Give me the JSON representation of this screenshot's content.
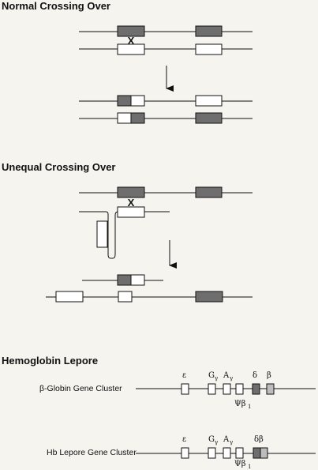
{
  "headings": {
    "normal": "Normal Crossing Over",
    "unequal": "Unequal Crossing Over",
    "lepore": "Hemoglobin Lepore"
  },
  "cross_mark": "X",
  "clusters": {
    "beta_label": "β-Globin Gene Cluster",
    "lepore_label": "Hb Lepore Gene Cluster"
  },
  "genes": {
    "epsilon": "ε",
    "g_gamma": "G",
    "a_gamma": "A",
    "gamma_sub": "γ",
    "psi_beta": "Ψβ",
    "psi_sub": "1",
    "delta": "δ",
    "beta": "β",
    "delta_beta": "δβ"
  },
  "colors": {
    "background": "#f6f4ef",
    "dark_gene": "#6e6e6e",
    "light_gene": "#bdbdbd",
    "white_gene": "#ffffff"
  }
}
